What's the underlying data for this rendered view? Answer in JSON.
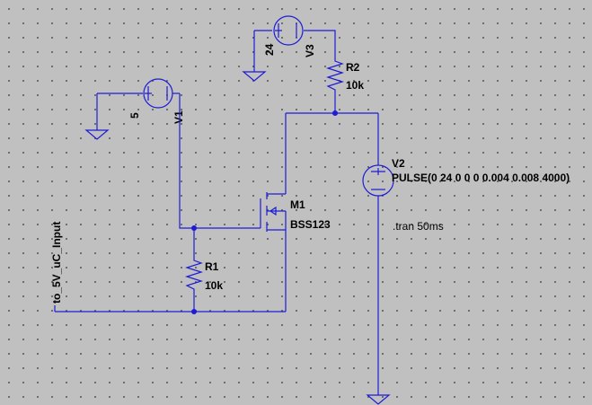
{
  "schematic": {
    "background_color": "#c0c0c0",
    "wire_color": "#1c1cd6",
    "components": {
      "v3": {
        "name": "V3",
        "value": "24"
      },
      "v1": {
        "name": "V1",
        "value": "5"
      },
      "r2": {
        "name": "R2",
        "value": "10k"
      },
      "r1": {
        "name": "R1",
        "value": "10k"
      },
      "m1": {
        "name": "M1",
        "model": "BSS123"
      },
      "v2": {
        "name": "V2",
        "value": "PULSE(0 24 0 0 0 0.004 0.008 4000)"
      }
    },
    "net_label": "to_5V_uC_Input",
    "directive": ".tran 50ms"
  }
}
